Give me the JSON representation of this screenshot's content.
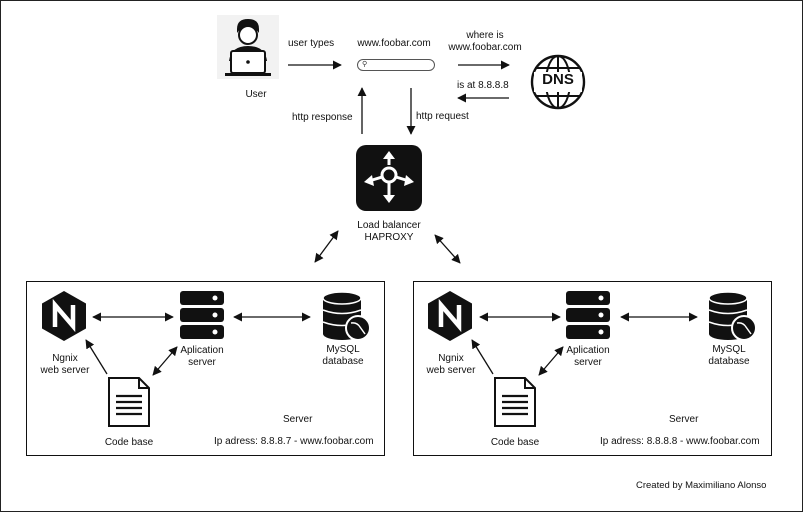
{
  "user": {
    "label": "User"
  },
  "flow": {
    "user_types": "user types",
    "url": "www.foobar.com",
    "where_is_line1": "where is",
    "where_is_line2": "www.foobar.com",
    "is_at": "is at 8.8.8.8",
    "http_response": "http response",
    "http_request": "http request"
  },
  "dns": {
    "label": "DNS"
  },
  "load_balancer": {
    "line1": "Load balancer",
    "line2": "HAPROXY"
  },
  "servers": [
    {
      "nginx_line1": "Ngnix",
      "nginx_line2": "web server",
      "app_line1": "Aplication",
      "app_line2": "server",
      "db_line1": "MySQL",
      "db_line2": "database",
      "code": "Code base",
      "title": "Server",
      "ip": "Ip adress: 8.8.8.7 - www.foobar.com"
    },
    {
      "nginx_line1": "Ngnix",
      "nginx_line2": "web server",
      "app_line1": "Aplication",
      "app_line2": "server",
      "db_line1": "MySQL",
      "db_line2": "database",
      "code": "Code base",
      "title": "Server",
      "ip": "Ip adress: 8.8.8.8 - www.foobar.com"
    }
  ],
  "footer": {
    "credit": "Created by Maximiliano Alonso"
  },
  "icons": {
    "user": "user-laptop-icon",
    "search": "search-icon",
    "dns": "dns-globe-icon",
    "load_balancer": "load-balancer-icon",
    "nginx": "nginx-icon",
    "server": "server-rack-icon",
    "database": "mysql-database-icon",
    "document": "document-icon"
  },
  "colors": {
    "ink": "#111111",
    "paper": "#ffffff"
  }
}
